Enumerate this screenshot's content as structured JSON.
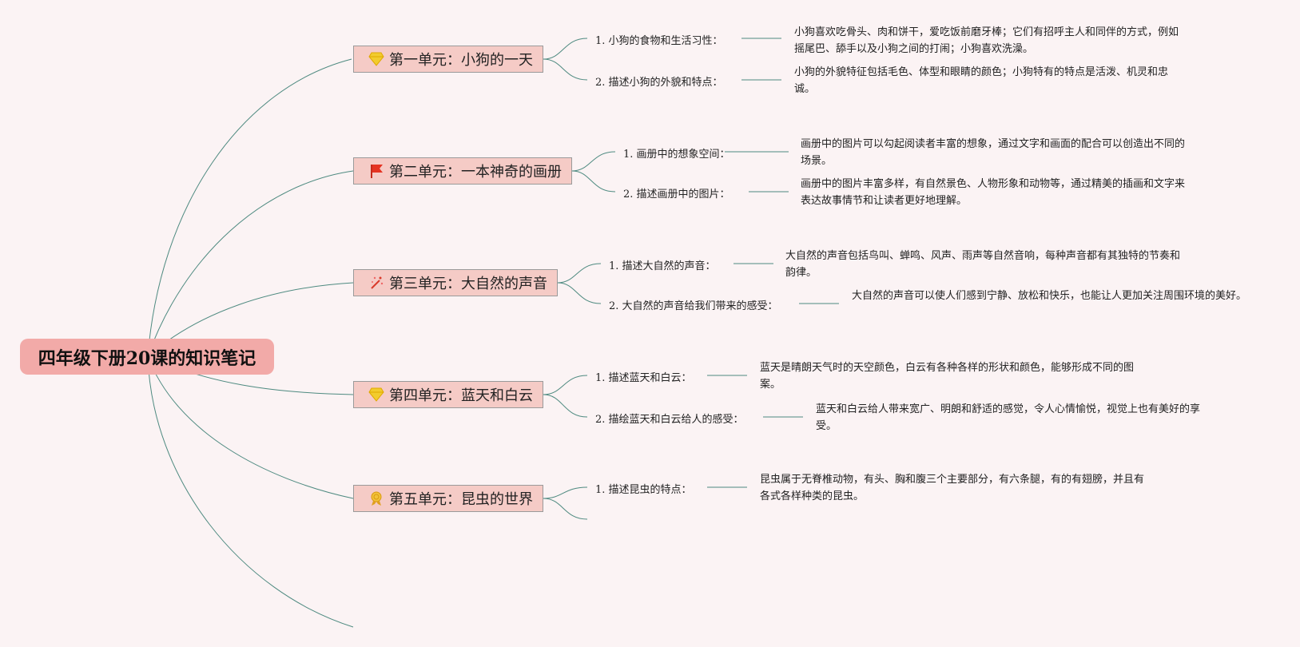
{
  "root": {
    "title": "四年级下册20课的知识笔记"
  },
  "units": [
    {
      "title": "第一单元：小狗的一天",
      "icon": "diamond-icon",
      "items": [
        {
          "q": "1. 小狗的食物和生活习性：",
          "a": "小狗喜欢吃骨头、肉和饼干，爱吃饭前磨牙棒；它们有招呼主人和同伴的方式，例如摇尾巴、舔手以及小狗之间的打闹；小狗喜欢洗澡。"
        },
        {
          "q": "2. 描述小狗的外貌和特点：",
          "a": "小狗的外貌特征包括毛色、体型和眼睛的颜色；小狗特有的特点是活泼、机灵和忠诚。"
        }
      ]
    },
    {
      "title": "第二单元：一本神奇的画册",
      "icon": "flag-icon",
      "items": [
        {
          "q": "1. 画册中的想象空间：",
          "a": "画册中的图片可以勾起阅读者丰富的想象，通过文字和画面的配合可以创造出不同的场景。"
        },
        {
          "q": "2. 描述画册中的图片：",
          "a": "画册中的图片丰富多样，有自然景色、人物形象和动物等，通过精美的插画和文字来表达故事情节和让读者更好地理解。"
        }
      ]
    },
    {
      "title": "第三单元：大自然的声音",
      "icon": "sparkle-wand-icon",
      "items": [
        {
          "q": "1. 描述大自然的声音：",
          "a": "大自然的声音包括鸟叫、蝉鸣、风声、雨声等自然音响，每种声音都有其独特的节奏和韵律。"
        },
        {
          "q": "2. 大自然的声音给我们带来的感受：",
          "a": "大自然的声音可以使人们感到宁静、放松和快乐，也能让人更加关注周围环境的美好。"
        }
      ]
    },
    {
      "title": "第四单元：蓝天和白云",
      "icon": "diamond-icon",
      "items": [
        {
          "q": "1. 描述蓝天和白云：",
          "a": "蓝天是晴朗天气时的天空颜色，白云有各种各样的形状和颜色，能够形成不同的图案。"
        },
        {
          "q": "2. 描绘蓝天和白云给人的感受：",
          "a": "蓝天和白云给人带来宽广、明朗和舒适的感觉，令人心情愉悦，视觉上也有美好的享受。"
        }
      ]
    },
    {
      "title": "第五单元：昆虫的世界",
      "icon": "medal-icon",
      "items": [
        {
          "q": "1. 描述昆虫的特点：",
          "a": "昆虫属于无脊椎动物，有头、胸和腹三个主要部分，有六条腿，有的有翅膀，并且有各式各样种类的昆虫。"
        }
      ]
    }
  ],
  "colors": {
    "line": "#4e8a80",
    "root_bg": "#f2aaa8",
    "unit_bg": "#f5cbc6",
    "background": "#fbf3f4"
  }
}
